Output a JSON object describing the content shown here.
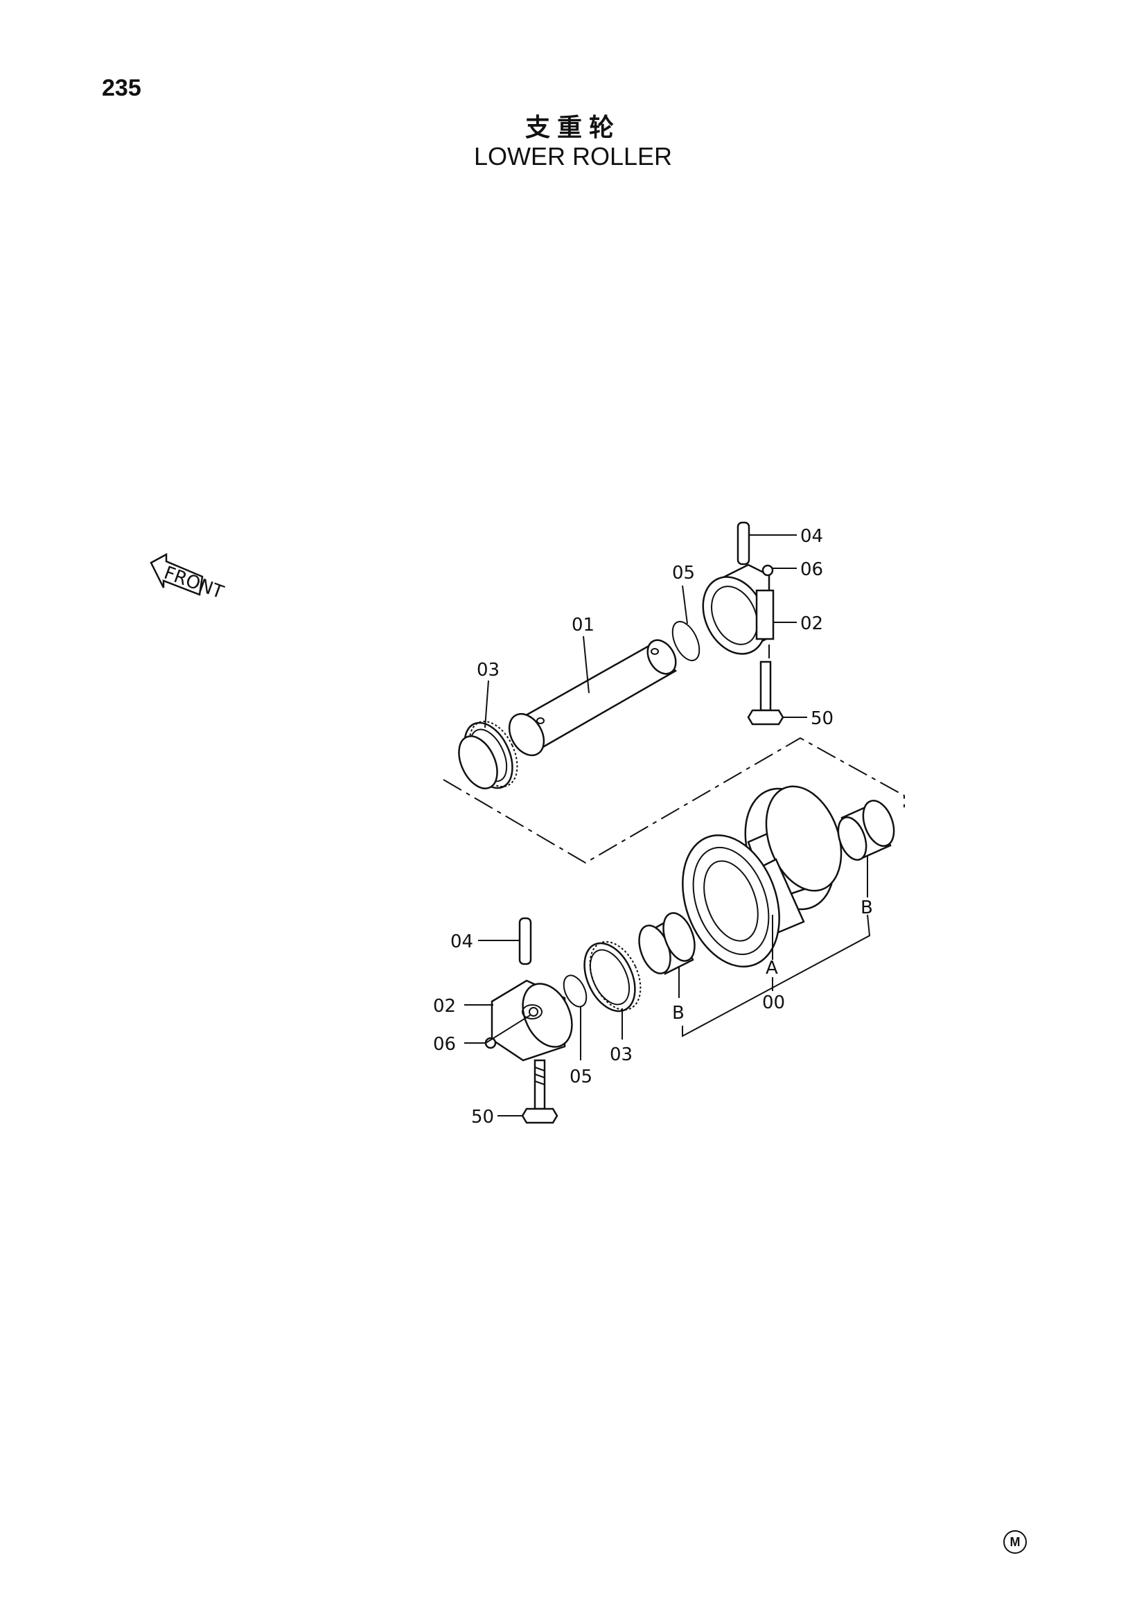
{
  "page_number": "235",
  "title_cn": "支重轮",
  "title_en": "LOWER ROLLER",
  "front_label": "FRONT",
  "corner_mark": "M",
  "callouts": {
    "c01": "01",
    "c02_upper": "02",
    "c03_upper": "03",
    "c04_upper": "04",
    "c05_upper": "05",
    "c06_upper": "06",
    "c50_upper": "50",
    "c02_lower": "02",
    "c03_lower": "03",
    "c04_lower": "04",
    "c05_lower": "05",
    "c06_lower": "06",
    "c50_lower": "50",
    "cA": "A",
    "cB_left": "B",
    "cB_right": "B",
    "c00": "00"
  }
}
